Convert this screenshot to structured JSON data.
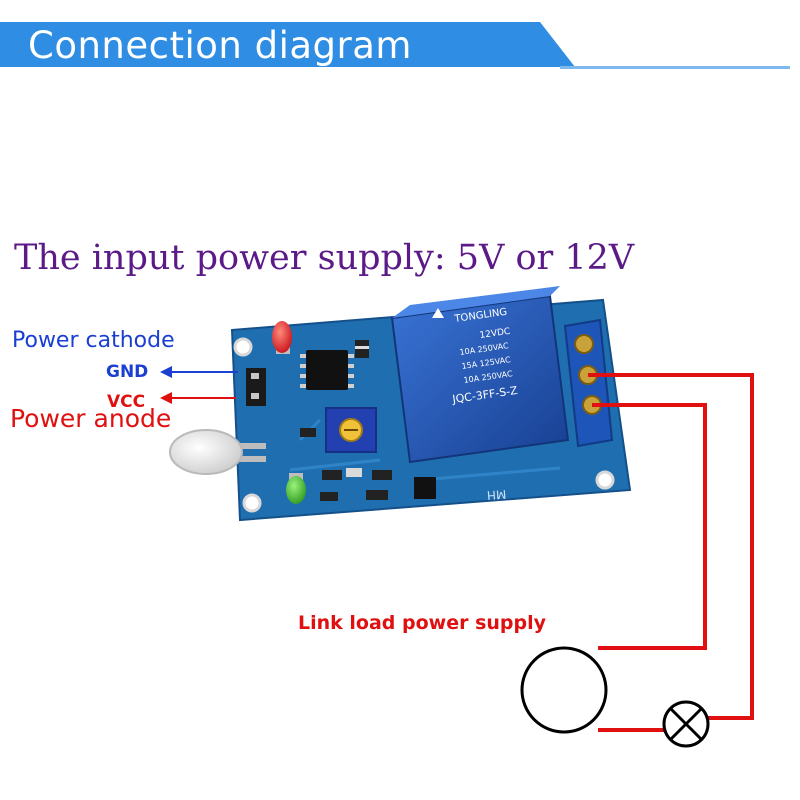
{
  "header": {
    "title": "Connection diagram"
  },
  "subtitle": "The input power supply: 5V or 12V",
  "labels": {
    "power_cathode": "Power cathode",
    "gnd": "GND",
    "vcc": "VCC",
    "power_anode": "Power anode",
    "load": "Link load power supply"
  },
  "relay": {
    "brand": "TONGLING",
    "coil": "12VDC",
    "rating1": "10A 250VAC",
    "rating2": "15A 125VAC",
    "rating3": "10A 250VAC",
    "model": "JQC-3FF-S-Z"
  },
  "board": {
    "mark": "MH"
  },
  "colors": {
    "banner": "#2f8de4",
    "board": "#1f6fb0",
    "relay": "#2456b4",
    "wire": "#e01010",
    "gnd_arrow": "#1a3fd1"
  }
}
